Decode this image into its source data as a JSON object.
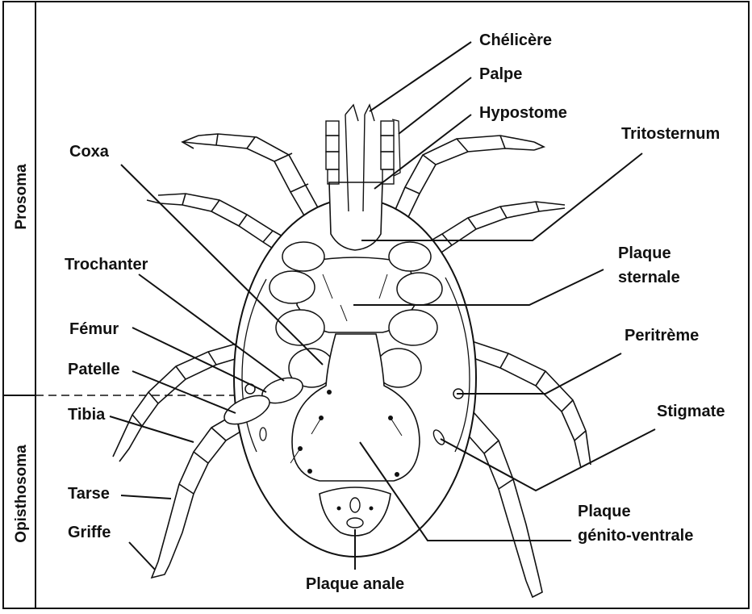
{
  "diagram": {
    "regions": {
      "prosoma": "Prosoma",
      "opisthosoma": "Opisthosoma"
    },
    "labels": {
      "chelicere": "Chélicère",
      "palpe": "Palpe",
      "hypostome": "Hypostome",
      "tritosternum": "Tritosternum",
      "coxa": "Coxa",
      "trochanter": "Trochanter",
      "plaque_sternale_1": "Plaque",
      "plaque_sternale_2": "sternale",
      "femur": "Fémur",
      "peritreme": "Peritrème",
      "patelle": "Patelle",
      "tibia": "Tibia",
      "stigmate": "Stigmate",
      "tarse": "Tarse",
      "griffe": "Griffe",
      "plaque_genito_1": "Plaque",
      "plaque_genito_2": "génito-ventrale",
      "plaque_anale": "Plaque anale"
    },
    "colors": {
      "ink": "#111111",
      "paper": "#ffffff"
    }
  }
}
